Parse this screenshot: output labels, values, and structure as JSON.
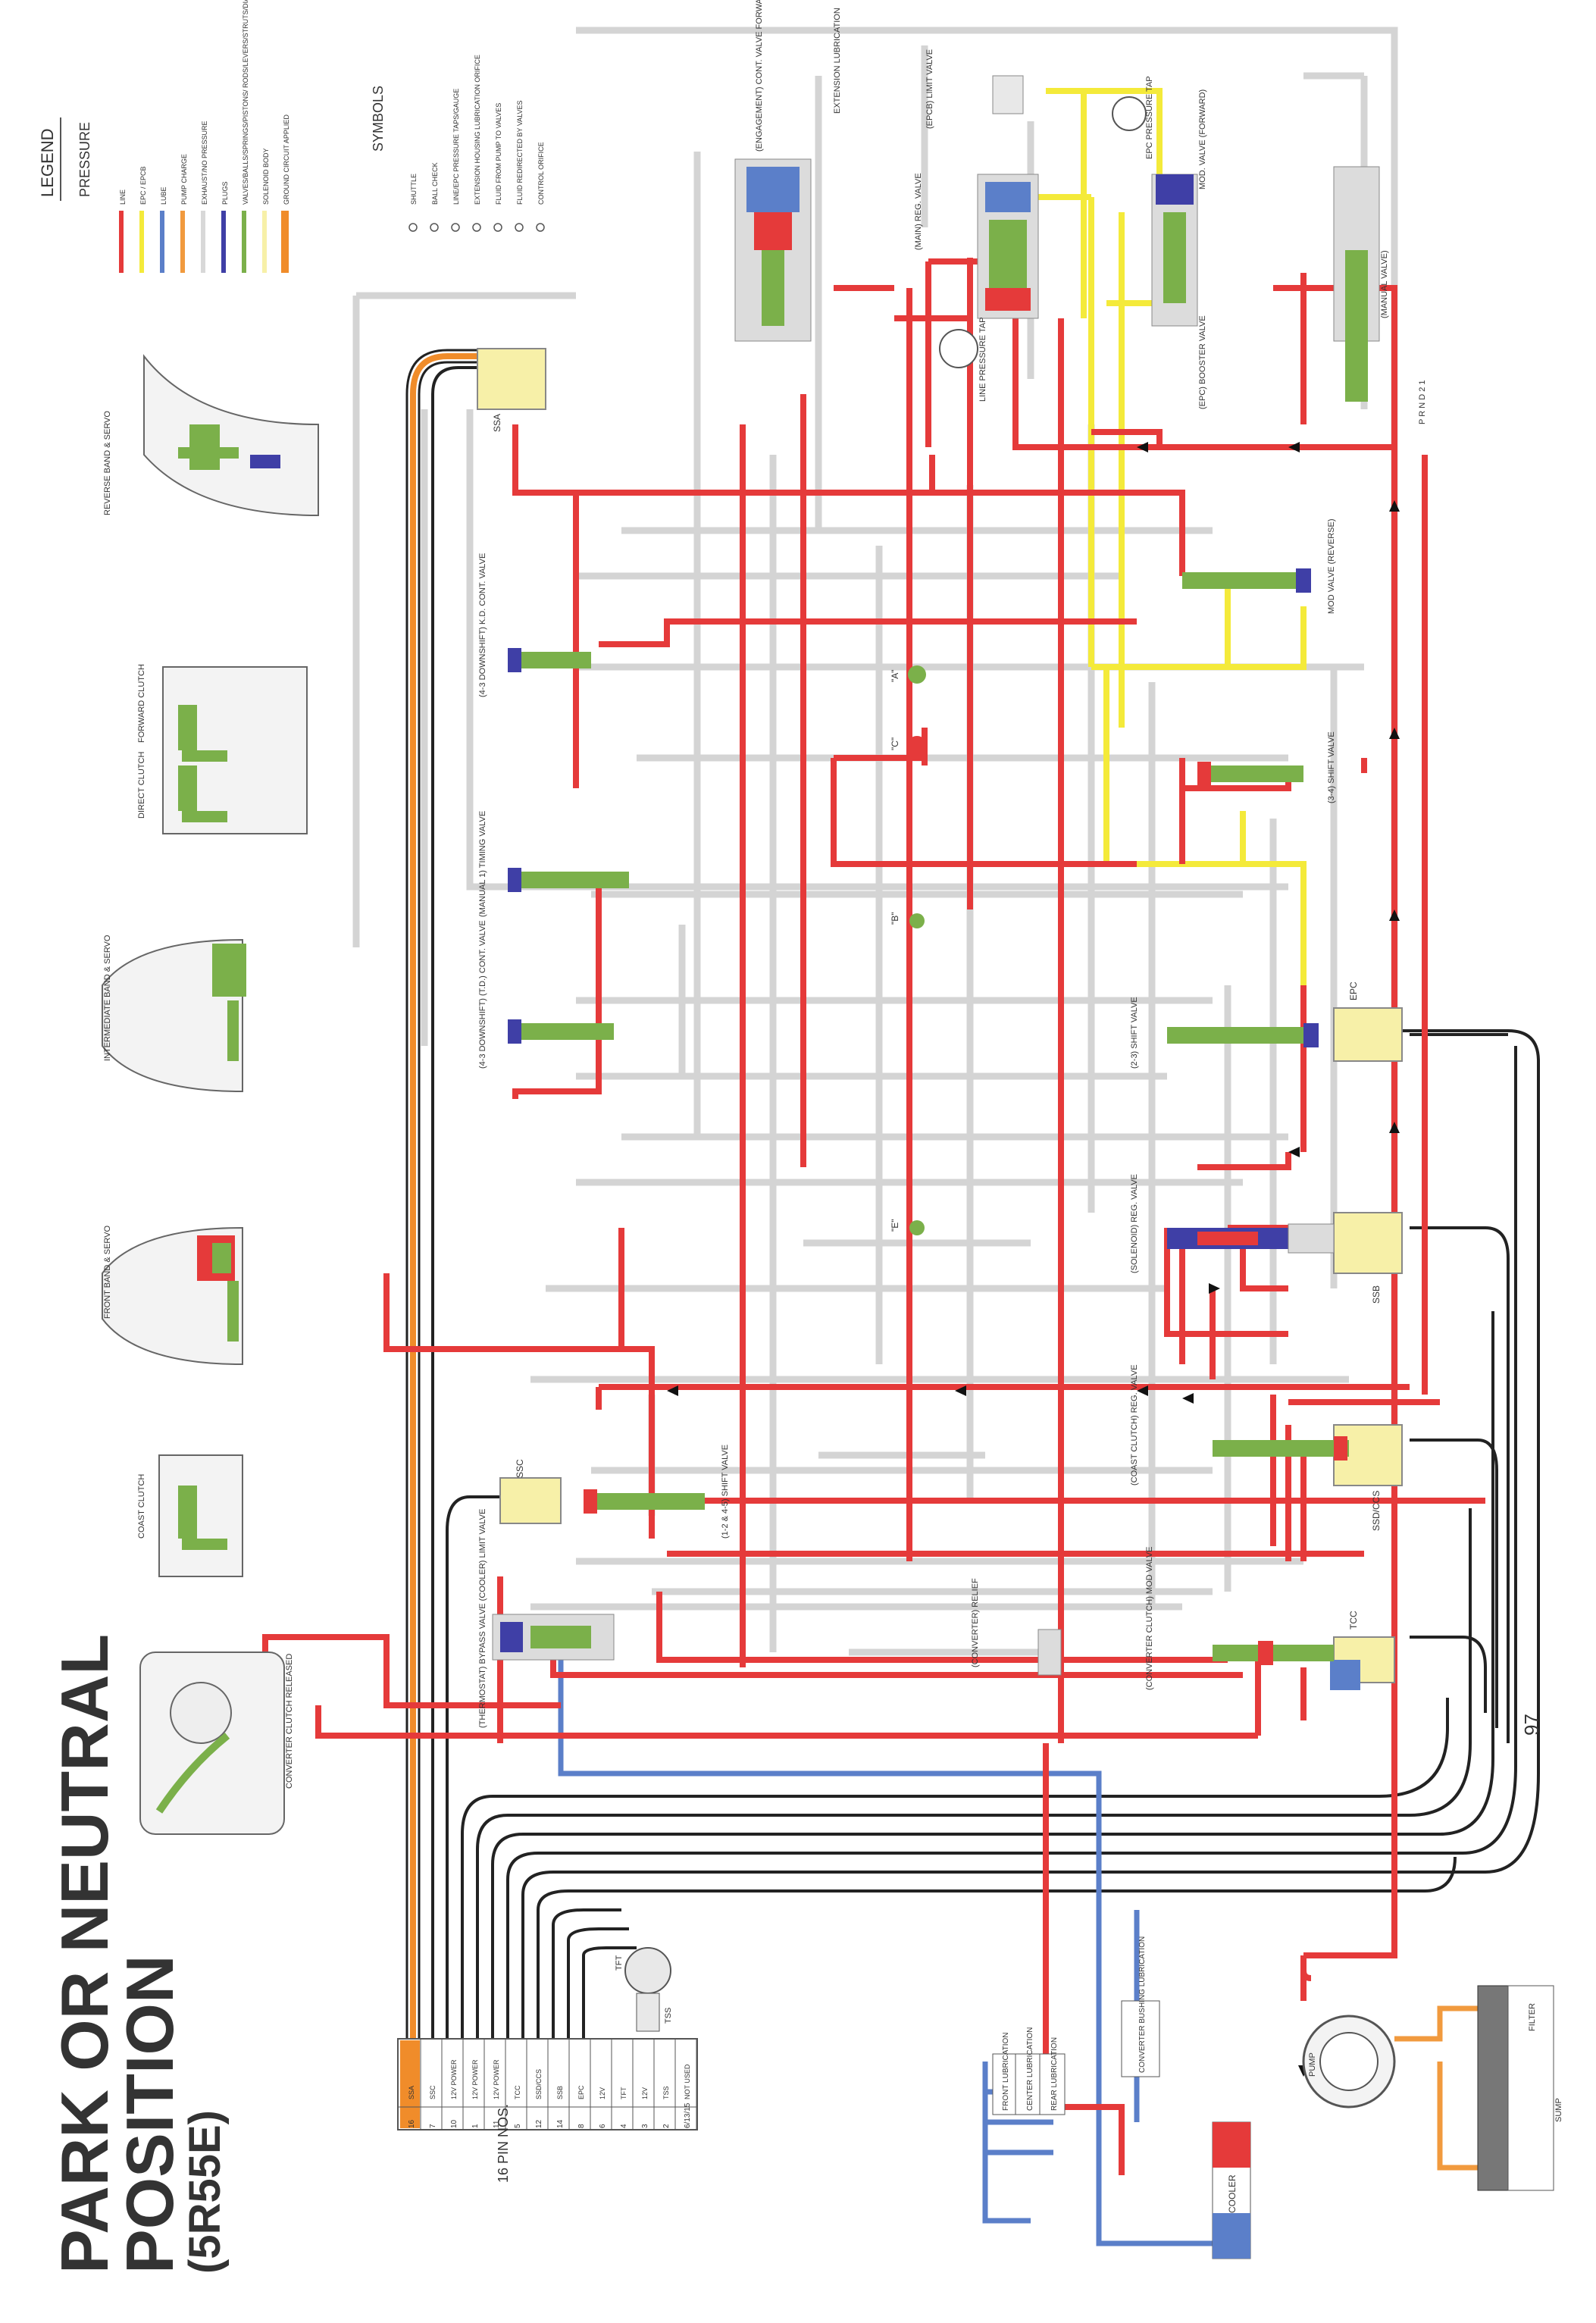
{
  "title": {
    "line1": "PARK OR NEUTRAL",
    "line2": "POSITION",
    "line3": "(5R55E)"
  },
  "page_number": "97",
  "legend": {
    "heading": "LEGEND",
    "pressure_heading": "PRESSURE",
    "items": [
      {
        "label": "LINE",
        "color": "#e53a3a"
      },
      {
        "label": "EPC / EPCB",
        "color": "#f4ea3a"
      },
      {
        "label": "LUBE",
        "color": "#5b7fc9"
      },
      {
        "label": "PUMP CHARGE",
        "color": "#f19a3e"
      },
      {
        "label": "EXHAUST/NO PRESSURE",
        "color": "#d8d8d8"
      },
      {
        "label": "PLUGS",
        "color": "#3f3fa6"
      },
      {
        "label": "VALVES/BALLS/SPRINGS/PISTONS/ RODS/LEVERS/STRUTS/DIAPHRAGM",
        "color": "#7bb04a"
      },
      {
        "label": "SOLENOID BODY",
        "color": "#f7f0a8"
      },
      {
        "label": "GROUND CIRCUIT APPLIED",
        "color": "#f08c2a"
      }
    ],
    "symbols_heading": "SYMBOLS",
    "symbols": [
      "SHUTTLE",
      "BALL CHECK",
      "LINE/EPC PRESSURE TAPS/GAUGE",
      "EXTENSION HOUSING LUBRICATION ORIFICE",
      "FLUID FROM PUMP TO VALVES",
      "FLUID REDIRECTED BY VALVES",
      "CONTROL ORIFICE"
    ]
  },
  "components": {
    "reverse_band": "REVERSE BAND & SERVO",
    "forward_clutch": "FORWARD CLUTCH",
    "direct_clutch": "DIRECT CLUTCH",
    "intermediate_band": "INTERMEDIATE BAND & SERVO",
    "front_band": "FRONT BAND & SERVO",
    "coast_clutch": "COAST CLUTCH",
    "converter": "CONVERTER CLUTCH RELEASED"
  },
  "valves": {
    "engagement": "(ENGAGEMENT) CONT. VALVE FORWARD",
    "extension": "EXTENSION LUBRICATION",
    "epcb_limit": "(EPCB) LIMIT VALVE",
    "epc_tap": "EPC PRESSURE TAP",
    "main_reg": "(MAIN) REG. VALVE",
    "mod_fwd": "MOD. VALVE (FORWARD)",
    "line_tap": "LINE PRESSURE TAP",
    "epc_booster": "(EPC) BOOSTER VALVE",
    "manual": "(MANUAL VALVE)",
    "prndl": "P R N D 2 1",
    "kd_cont": "(4-3 DOWNSHIFT) K.D. CONT. VALVE",
    "mod_rev": "MOD VALVE (REVERSE)",
    "timing": "(MANUAL 1) TIMING VALVE",
    "shift34": "(3-4) SHIFT VALVE",
    "td_cont": "(4-3 DOWNSHIFT) (T.D.) CONT. VALVE",
    "shift23": "(2-3) SHIFT VALVE",
    "sol_reg": "(SOLENOID) REG. VALVE",
    "shift12": "(1-2 & 4-5) SHIFT VALVE",
    "coast_reg": "(COAST CLUTCH) REG. VALVE",
    "thermo": "(THERMOSTAT) BYPASS VALVE (COOLER) LIMIT VALVE",
    "conv_relief": "(CONVERTER) RELIEF",
    "conv_mod": "(CONVERTER CLUTCH) MOD VALVE",
    "ball_a": "\"A\"",
    "ball_b": "\"B\"",
    "ball_c": "\"C\"",
    "ball_e": "\"E\""
  },
  "solenoids": {
    "ssa": "SSA",
    "epc": "EPC",
    "ssb": "SSB",
    "ssd": "SSD/CCS",
    "tcc": "TCC",
    "ssc": "SSC"
  },
  "bottom": {
    "pin_title": "16 PIN NOS.",
    "pins": [
      {
        "num": "16",
        "name": "SSA"
      },
      {
        "num": "7",
        "name": "SSC"
      },
      {
        "num": "10",
        "name": "12V POWER"
      },
      {
        "num": "1",
        "name": "12V POWER"
      },
      {
        "num": "11",
        "name": "12V POWER"
      },
      {
        "num": "5",
        "name": "TCC"
      },
      {
        "num": "12",
        "name": "SSD/CCS"
      },
      {
        "num": "14",
        "name": "SSB"
      },
      {
        "num": "8",
        "name": "EPC"
      },
      {
        "num": "6",
        "name": "12V"
      },
      {
        "num": "4",
        "name": "TFT"
      },
      {
        "num": "3",
        "name": "12V"
      },
      {
        "num": "2",
        "name": "TSS"
      },
      {
        "num": "6/13/15",
        "name": "NOT USED"
      }
    ],
    "tft": "TFT",
    "tss": "TSS",
    "front_lube": "FRONT LUBRICATION",
    "center_lube": "CENTER LUBRICATION",
    "rear_lube": "REAR LUBRICATION",
    "conv_bushing": "CONVERTER BUSHING LUBRICATION",
    "cooler": "COOLER",
    "pump": "PUMP",
    "filter": "FILTER",
    "sump": "SUMP"
  }
}
